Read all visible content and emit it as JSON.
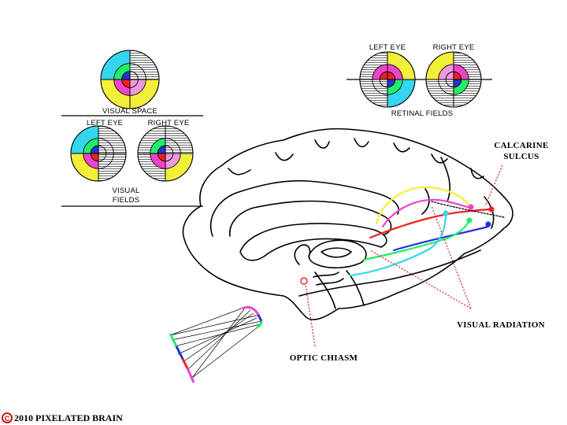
{
  "labels": {
    "visual_space": "VISUAL SPACE",
    "left_eye_fields": "LEFT EYE",
    "right_eye_fields": "RIGHT EYE",
    "visual_fields_line1": "VISUAL",
    "visual_fields_line2": "FIELDS",
    "left_eye_retina": "LEFT EYE",
    "right_eye_retina": "RIGHT EYE",
    "retinal_fields": "RETINAL FIELDS",
    "calcarine_line1": "CALCARINE",
    "calcarine_line2": "SULCUS",
    "visual_radiation": "VISUAL RADIATION",
    "optic_chiasm": "OPTIC CHIASM"
  },
  "copyright": {
    "symbol": "C",
    "text": "2010  PIXELATED BRAIN"
  },
  "colors": {
    "cyan": "#33d6ee",
    "green": "#22ee66",
    "magenta": "#ee44cc",
    "yellow": "#f2ef3a",
    "blue": "#2233dd",
    "red": "#ee2222",
    "pink": "#ee99dd",
    "copyright_red": "#cc0000"
  }
}
